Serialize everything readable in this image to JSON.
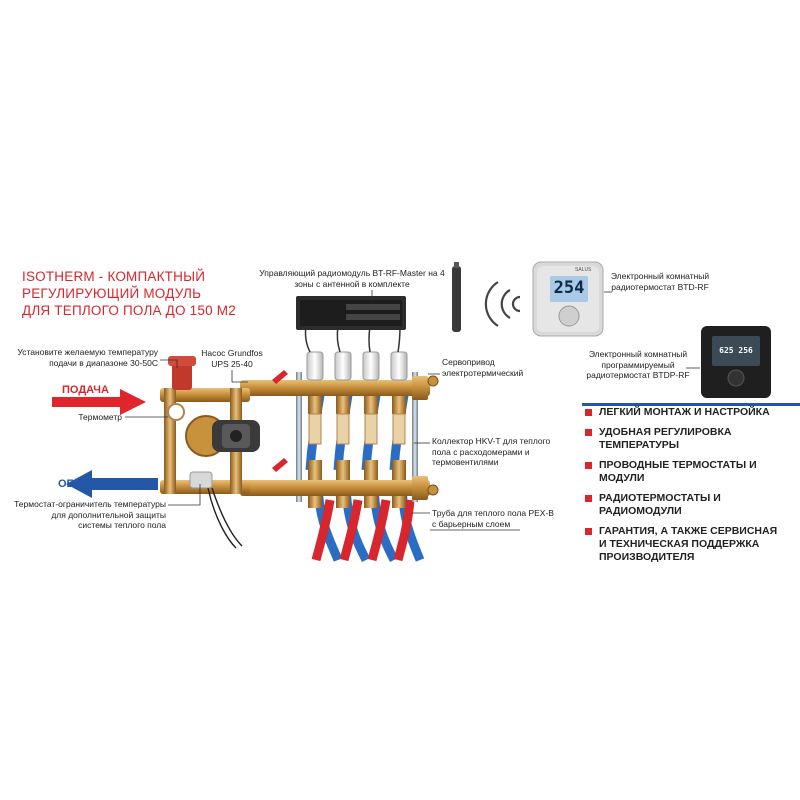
{
  "title": "ISOTHERM - КОМПАКТНЫЙ\nРЕГУЛИРУЮЩИЙ МОДУЛЬ\nДЛЯ ТЕПЛОГО ПОЛА ДО 150 М2",
  "labels": {
    "temp_setting": "Установите желаемую температуру\nподачи в диапазоне 30-50С",
    "pump": "Насос Grundfos\nUPS 25-40",
    "supply": "ПОДАЧА",
    "thermometer": "Термометр",
    "return": "ОБРАТКА",
    "limiter": "Термостат-ограничитель температуры\nдля дополнительной защиты\nсистемы теплого пола",
    "radiomodule": "Управляющий радиомодуль BT-RF-Master на 4\nзоны с антенной в комплекте",
    "servo": "Сервопривод\nэлектротермический",
    "collector": "Коллектор HKV-T для теплого\nпола с расходомерами и\nтермовентилями",
    "pipe": "Труба для теплого пола PEX-B\nс барьерным слоем",
    "thermostat1": "Электронный комнатный\nрадиотермостат BTD-RF",
    "thermostat2": "Электронный комнатный\nпрограммируемый\nрадиотермостат BTDP-RF"
  },
  "devices": {
    "thermostat1_display": "254",
    "thermostat2_display": "625 256",
    "thermostat1_brand": "SALUS"
  },
  "features": [
    "ЛЕГКИЙ МОНТАЖ И НАСТРОЙКА",
    "УДОБНАЯ РЕГУЛИРОВКА ТЕМПЕРАТУРЫ",
    "ПРОВОДНЫЕ ТЕРМОСТАТЫ И МОДУЛИ",
    "РАДИОТЕРМОСТАТЫ И РАДИОМОДУЛИ",
    "ГАРАНТИЯ, А ТАКЖЕ СЕРВИСНАЯ\nИ ТЕХНИЧЕСКАЯ ПОДДЕРЖКА\nПРОИЗВОДИТЕЛЯ"
  ],
  "colors": {
    "accent_red": "#d8262b",
    "accent_blue": "#2457a6",
    "brass": "#c8913c",
    "pipe_red": "#d7262d",
    "pipe_blue": "#2b6cc4"
  }
}
